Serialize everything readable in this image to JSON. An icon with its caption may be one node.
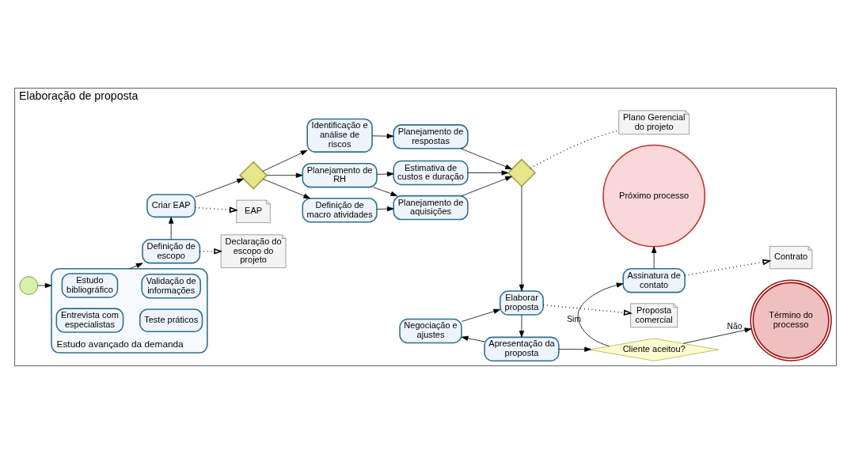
{
  "diagram": {
    "nodes": [
      {
        "text": [
          "Elaboração de proposta"
        ]
      },
      {
        "text": [],
        "shape": "circle",
        "in": 0
      },
      {
        "text": [
          "Estudo avançado da demanda"
        ],
        "in": 0
      },
      {
        "text": [
          "Estudo bibliográfico"
        ],
        "in": 2
      },
      {
        "text": [
          "Validação de informações"
        ],
        "in": 2
      },
      {
        "text": [
          "Entrevista com especialistas"
        ],
        "in": 2
      },
      {
        "text": [
          "Teste práticos"
        ],
        "in": 2
      },
      {
        "text": [
          "Definição de escopo"
        ],
        "in": 0
      },
      {
        "text": [
          "Declaração do escopo do projeto"
        ],
        "in": 0
      },
      {
        "text": [
          "Criar EAP"
        ],
        "in": 0
      },
      {
        "text": [
          "EAP"
        ],
        "in": 0
      },
      {
        "text": [],
        "shape": "diamond",
        "in": 0
      },
      {
        "text": [
          "Planejamento de RH"
        ],
        "in": 0
      },
      {
        "text": [
          "Definição de macro atividades"
        ],
        "in": 0
      },
      {
        "text": [
          "Identificação e análise de riscos"
        ],
        "in": 0
      },
      {
        "text": [
          "Estimativa de custos e duração"
        ],
        "in": 0
      },
      {
        "text": [
          "Planejamento de aquisições"
        ],
        "in": 0
      },
      {
        "text": [
          "Planejamento de respostas"
        ],
        "in": 0
      },
      {
        "text": [],
        "shape": "diamond",
        "in": 0
      },
      {
        "text": [
          "Plano Gerencial do projeto"
        ],
        "in": 0
      },
      {
        "text": [
          "Elaborar proposta"
        ],
        "in": 0
      },
      {
        "text": [
          "Proposta comercial"
        ],
        "in": 0
      },
      {
        "text": [
          "Negociação e ajustes"
        ],
        "in": 0
      },
      {
        "text": [
          "Apresentação da proposta"
        ],
        "in": 0
      },
      {
        "text": [
          "Cliente aceitou?"
        ],
        "in": 0
      },
      {
        "text": [
          "Término do processo"
        ],
        "in": 0
      },
      {
        "text": [
          "Assinatura de contato"
        ],
        "in": 0
      },
      {
        "text": [
          "Contrato"
        ],
        "in": 0
      },
      {
        "text": [
          "Próximo processo"
        ],
        "in": 0
      }
    ],
    "edges": [
      {
        "from": 1,
        "to": 2,
        "arrow": "to"
      },
      {
        "from": 2,
        "to": 7,
        "arrow": "to"
      },
      {
        "from": 7,
        "to": 8,
        "arrow": "to",
        "style": "dashed"
      },
      {
        "from": 7,
        "to": 9,
        "arrow": "to"
      },
      {
        "from": 9,
        "to": 10,
        "arrow": "to",
        "style": "dashed"
      },
      {
        "from": 9,
        "to": 11,
        "arrow": "to"
      },
      {
        "from": 11,
        "to": 12,
        "arrow": "to"
      },
      {
        "from": 11,
        "to": 13,
        "arrow": "to"
      },
      {
        "from": 11,
        "to": 14,
        "arrow": "to"
      },
      {
        "from": 12,
        "to": 15,
        "arrow": "to"
      },
      {
        "from": 12,
        "to": 16,
        "arrow": "to"
      },
      {
        "from": 13,
        "to": 16,
        "arrow": "to"
      },
      {
        "from": 14,
        "to": 17,
        "arrow": "to"
      },
      {
        "from": 15,
        "to": 18,
        "arrow": "to"
      },
      {
        "from": 16,
        "to": 18,
        "arrow": "to"
      },
      {
        "from": 17,
        "to": 18,
        "arrow": "to"
      },
      {
        "from": 18,
        "to": 19,
        "arrow": "none",
        "style": "dashed"
      },
      {
        "from": 18,
        "to": 20,
        "arrow": "to"
      },
      {
        "from": 20,
        "to": 21,
        "arrow": "to",
        "style": "dashed"
      },
      {
        "from": 20,
        "to": 23,
        "arrow": "to"
      },
      {
        "from": 23,
        "to": 22,
        "arrow": "to"
      },
      {
        "from": 22,
        "to": 20,
        "arrow": "to"
      },
      {
        "from": 23,
        "to": 24,
        "arrow": "to"
      },
      {
        "from": 24,
        "to": 25,
        "arrow": "to",
        "label": "Não"
      },
      {
        "from": 24,
        "to": 26,
        "arrow": "to",
        "label": "Sim"
      },
      {
        "from": 26,
        "to": 27,
        "arrow": "to",
        "style": "dashed"
      },
      {
        "from": 26,
        "to": 28,
        "arrow": "to"
      }
    ]
  }
}
